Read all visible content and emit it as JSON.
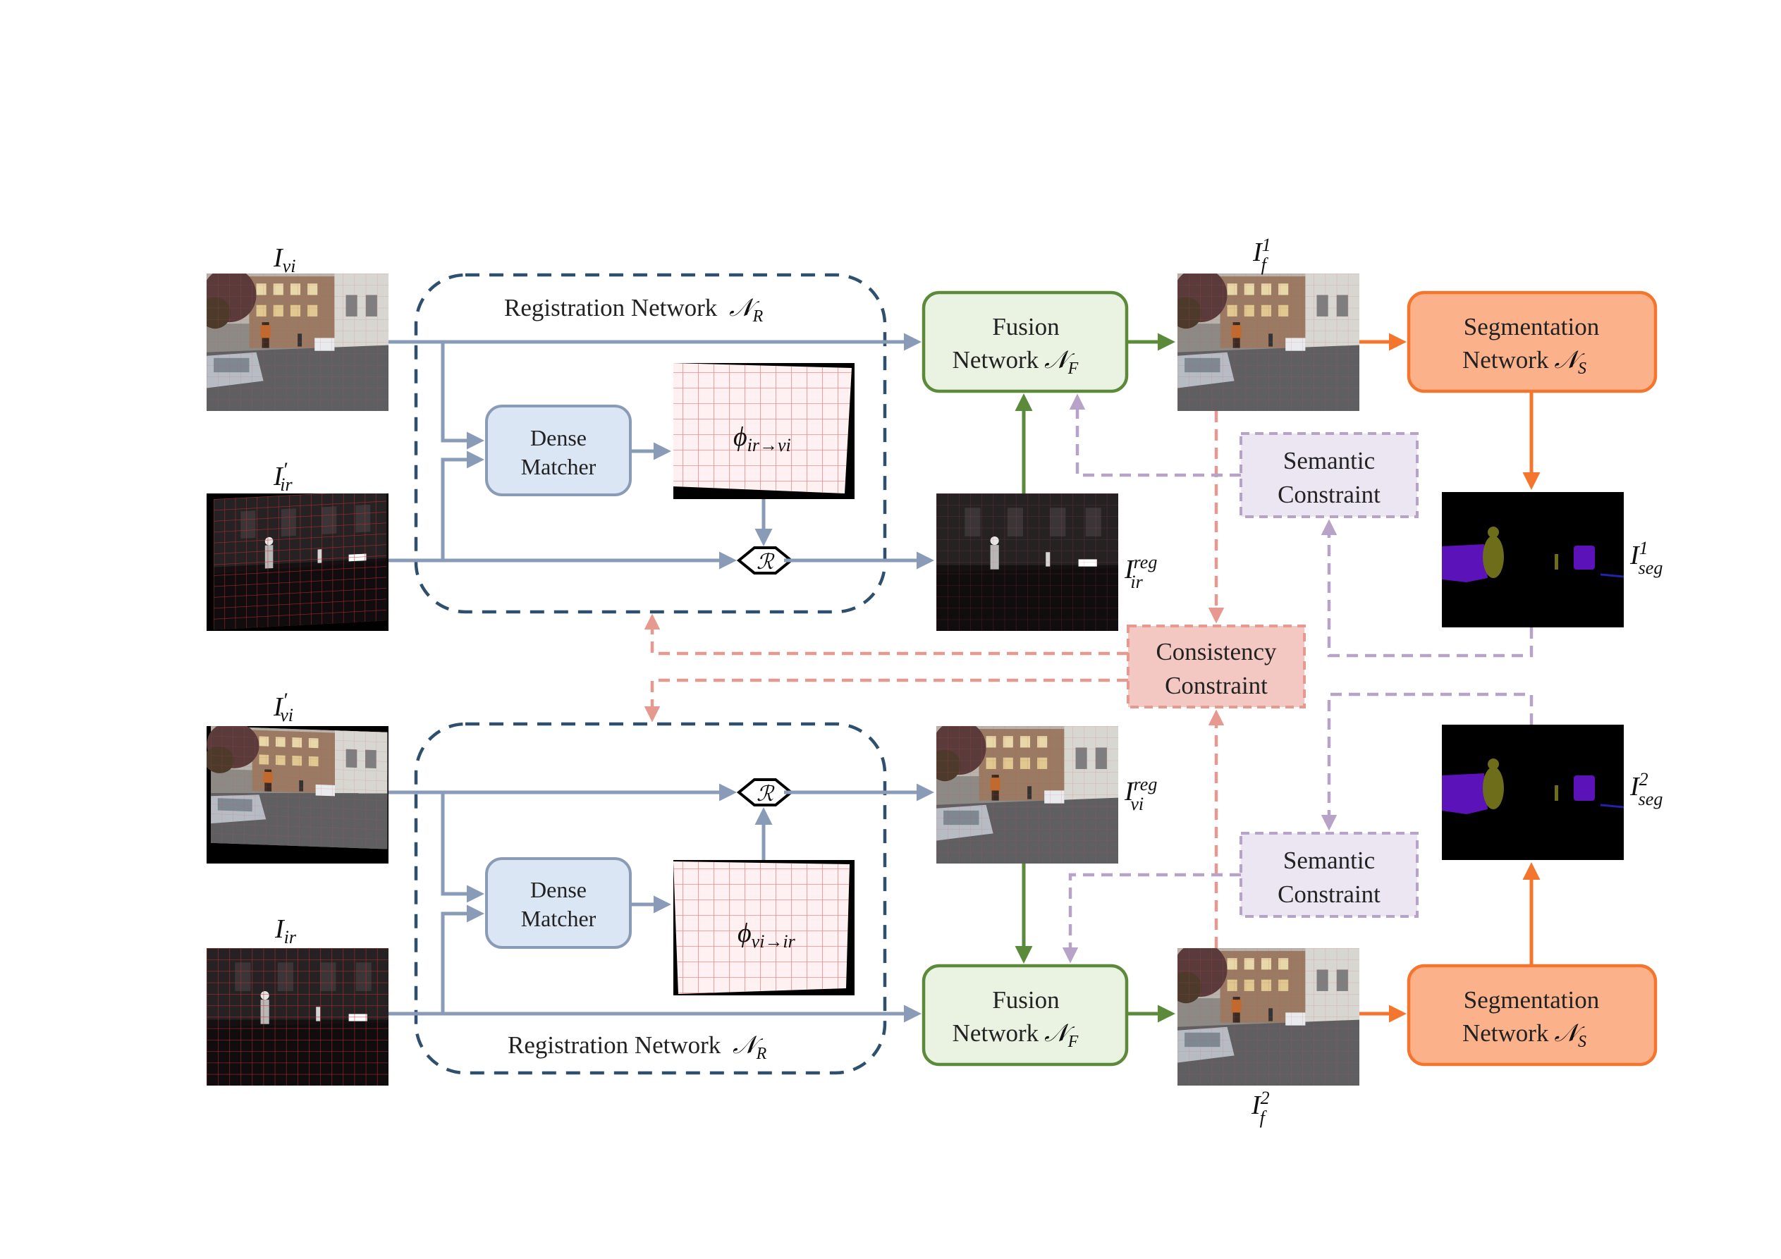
{
  "colors": {
    "reg_arrow": "#8a9bb7",
    "reg_dash": "#2f4f6f",
    "fusion": "#5a8a3a",
    "fusion_fill": "#eaf3e1",
    "seg": "#f4762e",
    "seg_fill": "#fbb28b",
    "consistency": "#e8998f",
    "consistency_fill": "#f4c8c2",
    "semantic": "#b7a3c8",
    "semantic_fill": "#ece6f2",
    "matcher_fill": "#dbe6f4",
    "matcher_stroke": "#8a9bb7",
    "seg_person": "#6d6d1a",
    "seg_car": "#5b12b8"
  },
  "images": {
    "vi": {
      "symbol": "I",
      "sub": "vi",
      "sup": ""
    },
    "ir_prime": {
      "symbol": "I",
      "sub": "ir",
      "sup": "′"
    },
    "vi_prime": {
      "symbol": "I",
      "sub": "vi",
      "sup": "′"
    },
    "ir": {
      "symbol": "I",
      "sub": "ir",
      "sup": ""
    },
    "ir_reg": {
      "symbol": "I",
      "sub": "ir",
      "sup": "reg"
    },
    "vi_reg": {
      "symbol": "I",
      "sub": "vi",
      "sup": "reg"
    },
    "f1": {
      "symbol": "I",
      "sub": "f",
      "sup": "1"
    },
    "f2": {
      "symbol": "I",
      "sub": "f",
      "sup": "2"
    },
    "seg1": {
      "symbol": "I",
      "sub": "seg",
      "sup": "1"
    },
    "seg2": {
      "symbol": "I",
      "sub": "seg",
      "sup": "2"
    }
  },
  "registration": {
    "top_label": "Registration Network",
    "bottom_label": "Registration Network",
    "symbol": "𝒩",
    "sub": "R"
  },
  "matcher": {
    "line1": "Dense",
    "line2": "Matcher"
  },
  "deformation": {
    "top": {
      "symbol": "ϕ",
      "sub": "ir→vi"
    },
    "bottom": {
      "symbol": "ϕ",
      "sub": "vi→ir"
    }
  },
  "resample": {
    "symbol": "ℛ"
  },
  "fusion": {
    "line1": "Fusion",
    "line2": "Network",
    "symbol": "𝒩",
    "sub": "F"
  },
  "segmentation": {
    "line1": "Segmentation",
    "line2": "Network",
    "symbol": "𝒩",
    "sub": "S"
  },
  "consistency": {
    "line1": "Consistency",
    "line2": "Constraint"
  },
  "semantic": {
    "line1": "Semantic",
    "line2": "Constraint"
  }
}
